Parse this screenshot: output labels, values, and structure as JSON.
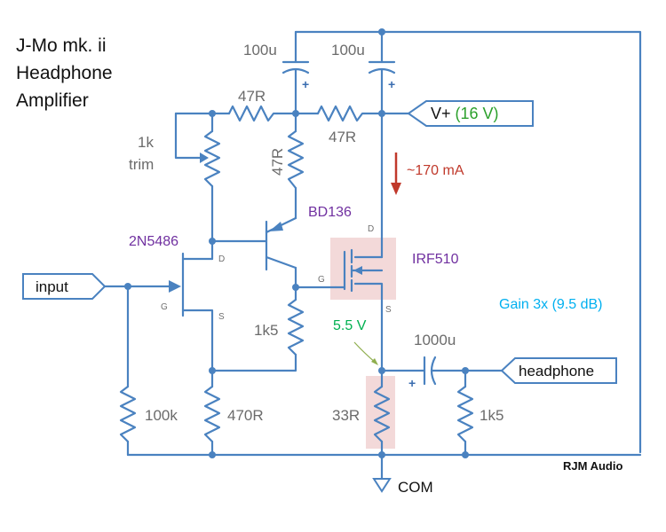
{
  "title": {
    "line1": "J-Mo mk. ii",
    "line2": "Headphone",
    "line3": "Amplifier"
  },
  "components": {
    "c1": "100u",
    "c2": "100u",
    "c_out": "1000u",
    "r_top_left": "47R",
    "r_top_right": "47R",
    "r_vertical_bd": "47R",
    "trim_value": "1k",
    "trim_label": "trim",
    "r_1k5_source": "1k5",
    "r_100k": "100k",
    "r_470": "470R",
    "r_33": "33R",
    "r_1k5_load": "1k5"
  },
  "transistors": {
    "jfet": "2N5486",
    "bjt": "BD136",
    "mosfet": "IRF510"
  },
  "pins": {
    "d1": "D",
    "g1": "G",
    "s1": "S",
    "d2": "D",
    "g2": "G",
    "s2": "S"
  },
  "ports": {
    "supply_prefix": "V+ ",
    "supply_value": "(16 V)",
    "input": "input",
    "headphone": "headphone",
    "com": "COM"
  },
  "annotations": {
    "current": "~170 mA",
    "voltage": "5.5 V",
    "gain": "Gain 3x (9.5 dB)",
    "brand": "RJM Audio"
  },
  "colors": {
    "wire": "#4a82c0",
    "transistor_label": "#7030a0",
    "supply_value": "#2ca02c",
    "voltage_note": "#00b050",
    "current_arrow": "#c0392b",
    "gain_note": "#00b0f0",
    "highlight": "#f3d9d9"
  }
}
